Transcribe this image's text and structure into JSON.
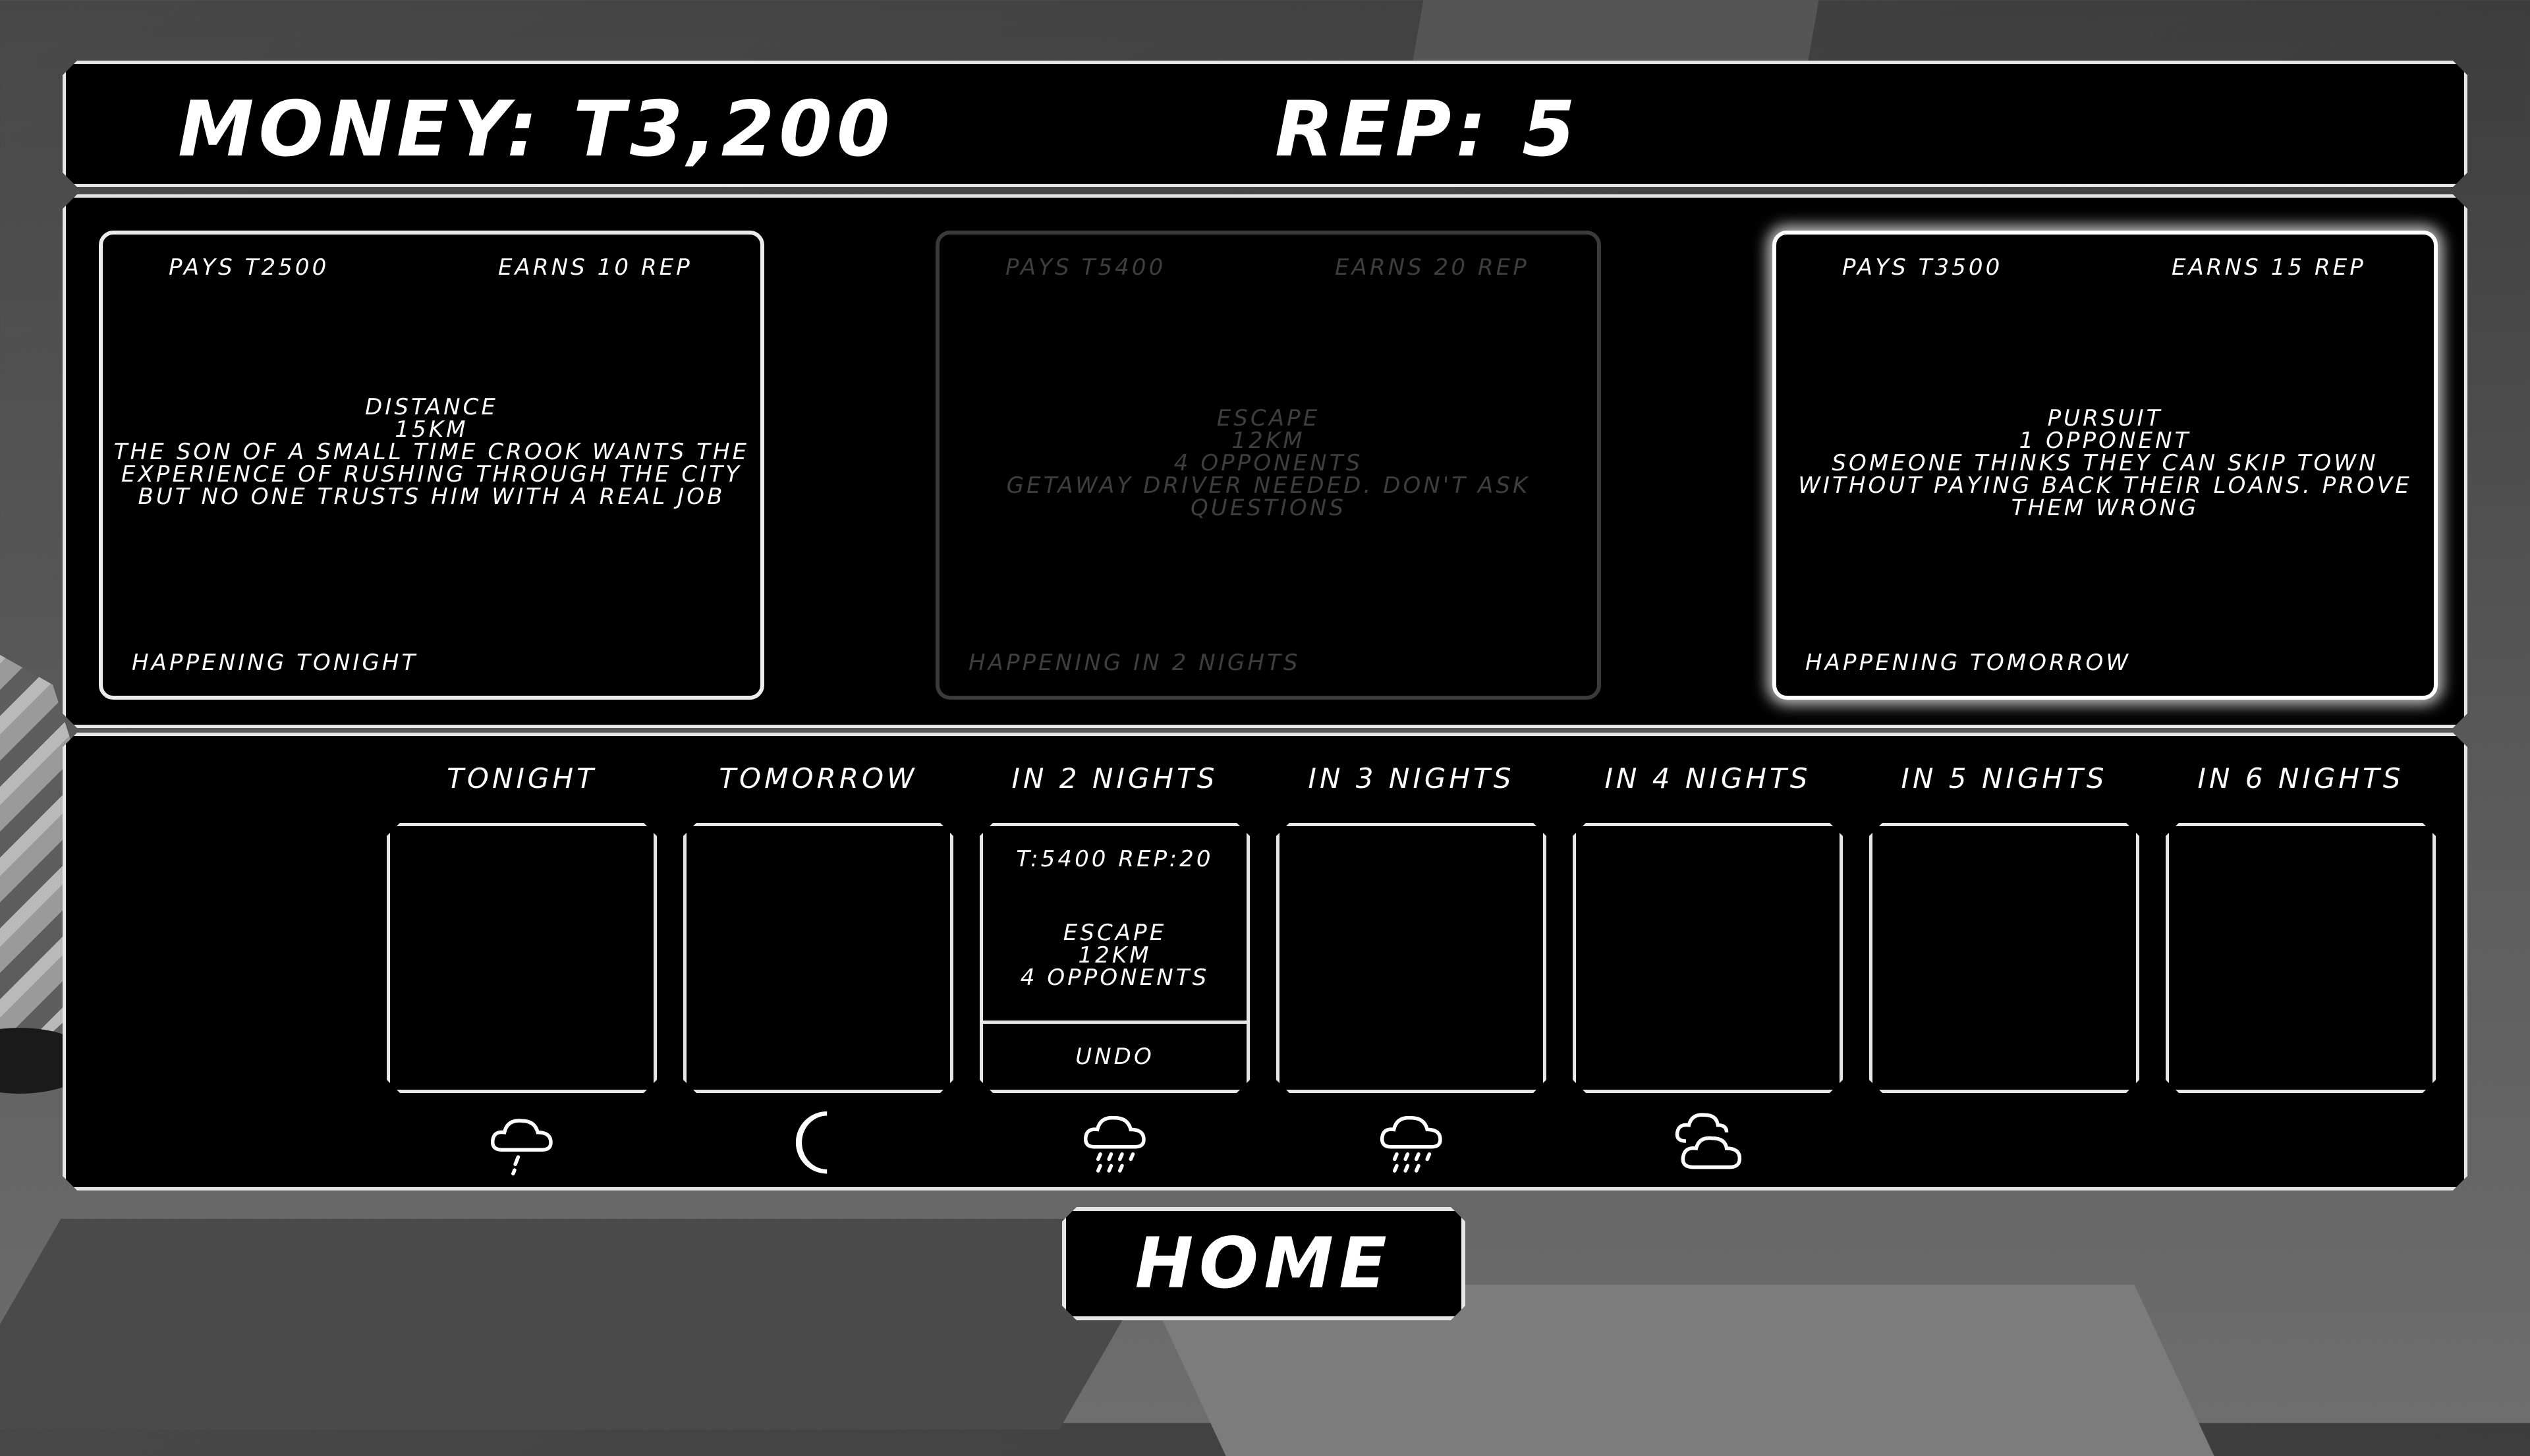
{
  "header": {
    "money": "MONEY: T3,200",
    "rep": "REP: 5"
  },
  "jobs": [
    {
      "pays": "PAYS T2500",
      "earns": "EARNS 10 REP",
      "lines": [
        "DISTANCE",
        "15KM",
        "THE SON OF A SMALL TIME CROOK WANTS THE EXPERIENCE OF RUSHING THROUGH THE CITY BUT NO ONE TRUSTS HIM WITH A REAL JOB"
      ],
      "when": "HAPPENING TONIGHT",
      "state": "available"
    },
    {
      "pays": "PAYS T5400",
      "earns": "EARNS 20 REP",
      "lines": [
        "ESCAPE",
        "12KM",
        "4 OPPONENTS",
        "GETAWAY DRIVER NEEDED. DON'T ASK QUESTIONS"
      ],
      "when": "HAPPENING IN 2 NIGHTS",
      "state": "disabled"
    },
    {
      "pays": "PAYS T3500",
      "earns": "EARNS 15 REP",
      "lines": [
        "PURSUIT",
        "1 OPPONENT",
        "SOMEONE THINKS THEY CAN SKIP TOWN WITHOUT PAYING BACK THEIR LOANS. PROVE THEM WRONG"
      ],
      "when": "HAPPENING TOMORROW",
      "state": "selected"
    }
  ],
  "schedule": {
    "days": [
      {
        "label": "TONIGHT",
        "weather": "rain-light-icon"
      },
      {
        "label": "TOMORROW",
        "weather": "moon-icon"
      },
      {
        "label": "IN 2 NIGHTS",
        "weather": "rain-heavy-icon",
        "booking": {
          "head": "T:5400   REP:20",
          "lines": [
            "ESCAPE",
            "12KM",
            "4 OPPONENTS"
          ],
          "undo": "UNDO"
        }
      },
      {
        "label": "IN 3 NIGHTS",
        "weather": "rain-heavy-icon"
      },
      {
        "label": "IN 4 NIGHTS",
        "weather": "cloudy-icon"
      },
      {
        "label": "IN 5 NIGHTS",
        "weather": ""
      },
      {
        "label": "IN 6 NIGHTS",
        "weather": ""
      }
    ]
  },
  "home": {
    "label": "HOME"
  },
  "colors": {
    "panel": "#000000",
    "border": "#e6e6e6",
    "disabled": "#3e3e3e"
  }
}
